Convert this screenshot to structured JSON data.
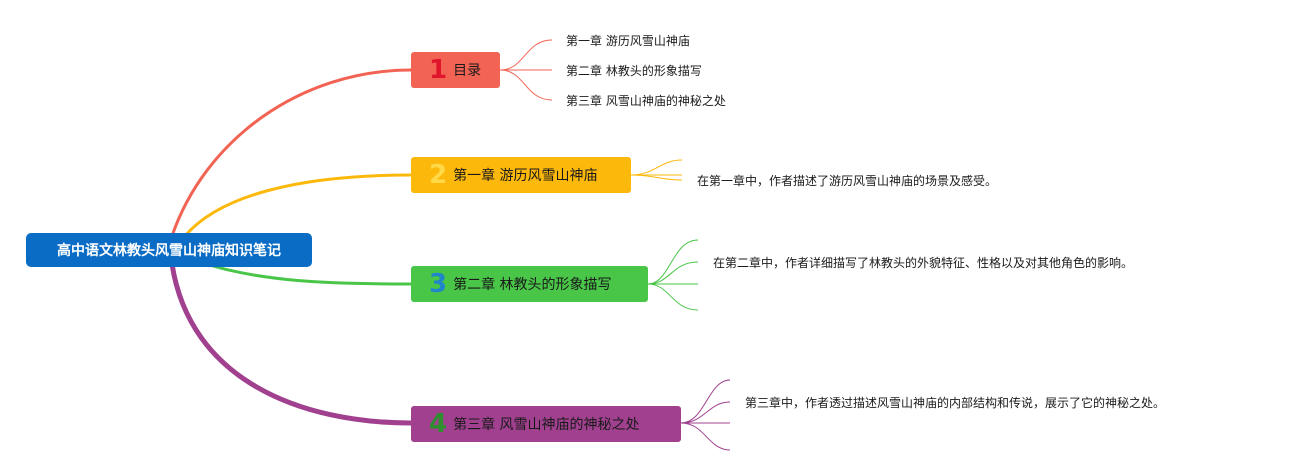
{
  "root": {
    "label": "高中语文林教头风雪山神庙知识笔记"
  },
  "branches": [
    {
      "number": "1",
      "label": "目录",
      "color": "#f26354",
      "number_color": "#e0142b",
      "children": [
        "第一章 游历风雪山神庙",
        "第二章 林教头的形象描写",
        "第三章 风雪山神庙的神秘之处"
      ]
    },
    {
      "number": "2",
      "label": "第一章 游历风雪山神庙",
      "color": "#fdb80c",
      "number_color": "#ffd948",
      "children": [
        "在第一章中，作者描述了游历风雪山神庙的场景及感受。"
      ]
    },
    {
      "number": "3",
      "label": "第二章 林教头的形象描写",
      "color": "#49c548",
      "number_color": "#1f86c9",
      "children": [
        "在第二章中，作者详细描写了林教头的外貌特征、性格以及对其他角色的影响。"
      ]
    },
    {
      "number": "4",
      "label": "第三章 风雪山神庙的神秘之处",
      "color": "#a0408f",
      "number_color": "#2d8f2e",
      "children": [
        "第三章中，作者透过描述风雪山神庙的内部结构和传说，展示了它的神秘之处。"
      ]
    }
  ],
  "colors": {
    "root": "#0a6cc4",
    "background": "#ffffff"
  }
}
